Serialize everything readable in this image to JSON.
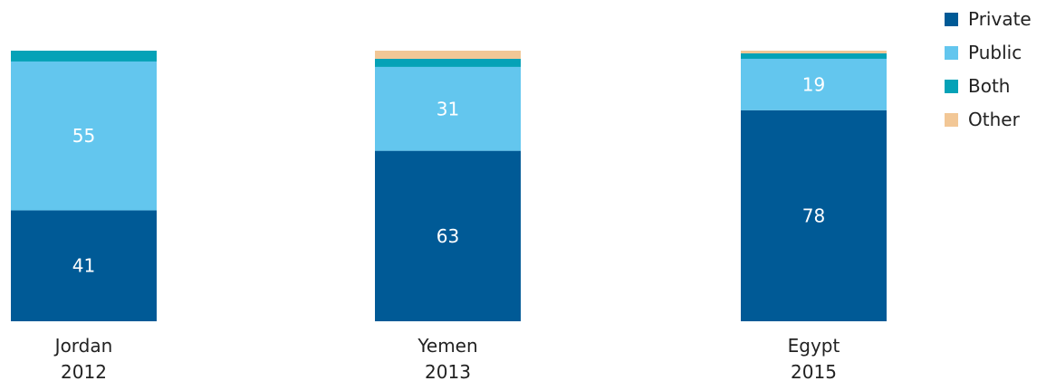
{
  "chart_data": {
    "type": "bar",
    "stacked": true,
    "orientation": "vertical",
    "normalized_to": 100,
    "ylim": [
      0,
      100
    ],
    "grid": false,
    "legend_position": "top-right",
    "categories": [
      [
        "Jordan",
        "2012"
      ],
      [
        "Yemen",
        "2013"
      ],
      [
        "Egypt",
        "2015"
      ]
    ],
    "series": [
      {
        "name": "Private",
        "color": "#005a96",
        "values": [
          41,
          63,
          78
        ],
        "labels": [
          "41",
          "63",
          "78"
        ]
      },
      {
        "name": "Public",
        "color": "#63c6ee",
        "values": [
          55,
          31,
          19
        ],
        "labels": [
          "55",
          "31",
          "19"
        ]
      },
      {
        "name": "Both",
        "color": "#05a2b7",
        "values": [
          4,
          3,
          2
        ],
        "labels": [
          "",
          "",
          ""
        ]
      },
      {
        "name": "Other",
        "color": "#f2c796",
        "values": [
          0,
          3,
          1
        ],
        "labels": [
          "",
          "",
          ""
        ]
      }
    ]
  }
}
